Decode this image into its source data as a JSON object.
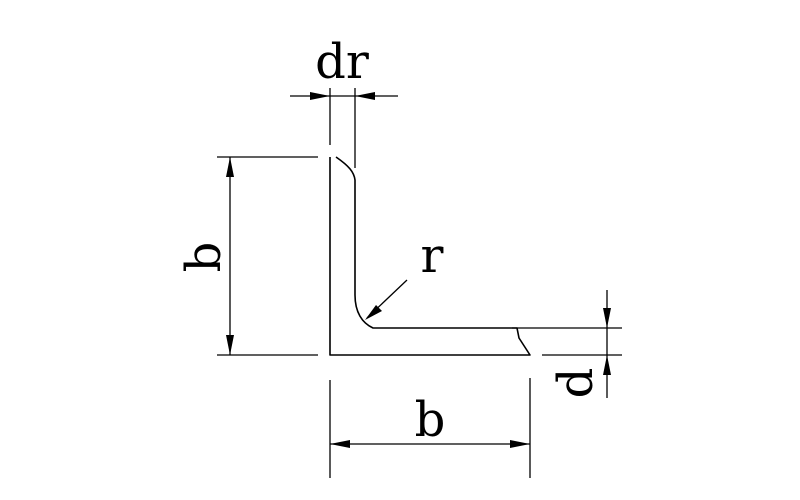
{
  "diagram": {
    "labels": {
      "flange_thickness_top": "dr",
      "leg_length_vertical": "b",
      "leg_length_horizontal": "b",
      "root_radius": "r",
      "thickness": "d"
    }
  }
}
